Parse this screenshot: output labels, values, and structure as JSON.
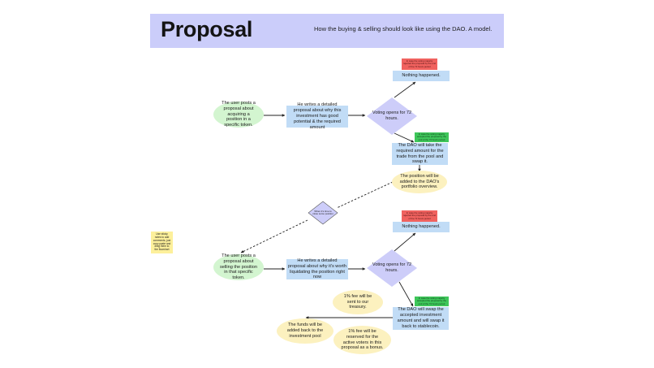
{
  "header": {
    "title": "Proposal",
    "subtitle": "How the buying & selling should look like using the DAO. A model."
  },
  "nodes": {
    "buy_user_posts": "The user posts a proposal about acquiring a position in a specific token.",
    "buy_writes": "He writes a detailed proposal about why this investment has good potential & the required amount",
    "buy_voting": "Voting opens for 72 hours.",
    "buy_reject_note": "In case the voting majority rejected the proposal by the end of the 72 hours period",
    "buy_nothing": "Nothing happened.",
    "buy_accept_note": "In case the voting majority accepted the proposal by the end of the 72 hours period",
    "buy_dao_swap": "The DAO will take the required amount for the trade from the pool and swap it.",
    "buy_position_added": "The position will be added to the DAO's portfolio overview.",
    "sell_decision": "When it's time to close some position",
    "sticky_note": "Use sticky notes to add comments, just copy paste and drag them to the flowchart",
    "sell_user_posts": "The user posts a proposal about selling the position in that specific token.",
    "sell_writes": "He writes a detailed proposal about why it's worth liquidating the position right now",
    "sell_voting": "Voting opens for 72 hours.",
    "sell_reject_note": "In case the voting majority rejected the proposal by the end of the 72 hours period",
    "sell_nothing": "Nothing happened.",
    "sell_accept_note": "In case the voting majority accepted the proposal by the end of the 72 hours period",
    "fee_treasury": "1% fee will be sent to our treasury.",
    "sell_dao_swap": "The DAO will swap the accepted investment amount and will swap it back to stablecoin.",
    "funds_back": "The funds will be added back to the investment pool",
    "fee_voters": "1% fee will be reserved for the active voters in this proposal as a bonus."
  },
  "colors": {
    "header_bg": "#cbcdfa",
    "start_green": "#d3f5d0",
    "process_blue": "#c1dcf6",
    "decision_lavender": "#cdcdf9",
    "result_yellow": "#fcf1bf",
    "reject_red": "#f0625f",
    "accept_green": "#3ec65a",
    "sticky_yellow": "#fdf09b"
  }
}
